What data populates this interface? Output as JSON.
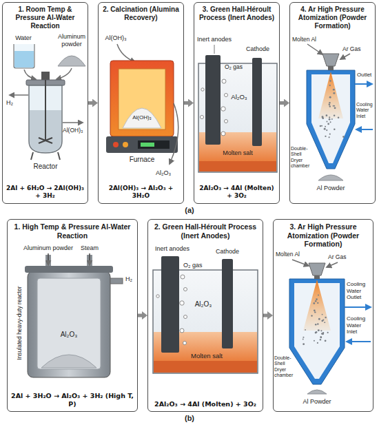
{
  "diagram": {
    "nodes": [
      {
        "text": [
          "1. Room Temp & Pressure Al-Water Reaction",
          "2Al + 6H₂O → 2Al(OH)₃ + 3H₂"
        ]
      },
      {
        "text": [
          "2. Calcination (Alumina Recovery)",
          "2Al(OH)₃ → Al₂O₃ + 3H₂O"
        ]
      },
      {
        "text": [
          "3. Green Hall-Héroult Process (Inert Anodes)",
          "2Al₂O₃ → 4Al (Molten) + 3O₂"
        ]
      },
      {
        "text": [
          "4. Ar High Pressure Atomization (Powder Formation)"
        ]
      },
      {
        "text": [
          "1. High Temp & Pressure Al-Water Reaction",
          "2Al + 3H₂O → Al₂O₃ + 3H₂ (High T, P)"
        ]
      },
      {
        "text": [
          "2. Green Hall-Héroult Process (Inert Anodes)",
          "2Al₂O₃ → 4Al (Molten) + 3O₂"
        ]
      },
      {
        "text": [
          "3. Ar High Pressure Atomization (Powder Formation)"
        ]
      }
    ],
    "edges": [
      {
        "from": 0,
        "to": 1,
        "arrow": "to"
      },
      {
        "from": 1,
        "to": 2,
        "arrow": "to"
      },
      {
        "from": 2,
        "to": 3,
        "arrow": "to"
      },
      {
        "from": 4,
        "to": 5,
        "arrow": "to"
      },
      {
        "from": 5,
        "to": 6,
        "arrow": "to"
      }
    ],
    "labels": [
      "Water",
      "Aluminum powder",
      "H₂",
      "Al(OH)₃",
      "Reactor",
      "Al(OH)₃",
      "Al(OH)₃",
      "Furnace",
      "Al₂O₃",
      "Inert anodes",
      "O₂ gas",
      "Cathode",
      "Al₂O₃",
      "Molten salt",
      "Molten Al",
      "Ar Gas",
      "Outlet",
      "Cooling Water Inlet",
      "Double-Shell Dryer chamber",
      "Al Powder",
      "(a)",
      "Aluminum powder",
      "Steam",
      "Insulated heavy-duty reactor",
      "H₂",
      "Al₂O₃",
      "Inert anodes",
      "O₂ gas",
      "Cathode",
      "Al₂O₃",
      "Molten salt",
      "Molten Al",
      "Ar Gas",
      "Cooling Water Outlet",
      "Cooling Water Inlet",
      "Double-Shell Dryer chamber",
      "Al Powder",
      "(b)"
    ]
  }
}
